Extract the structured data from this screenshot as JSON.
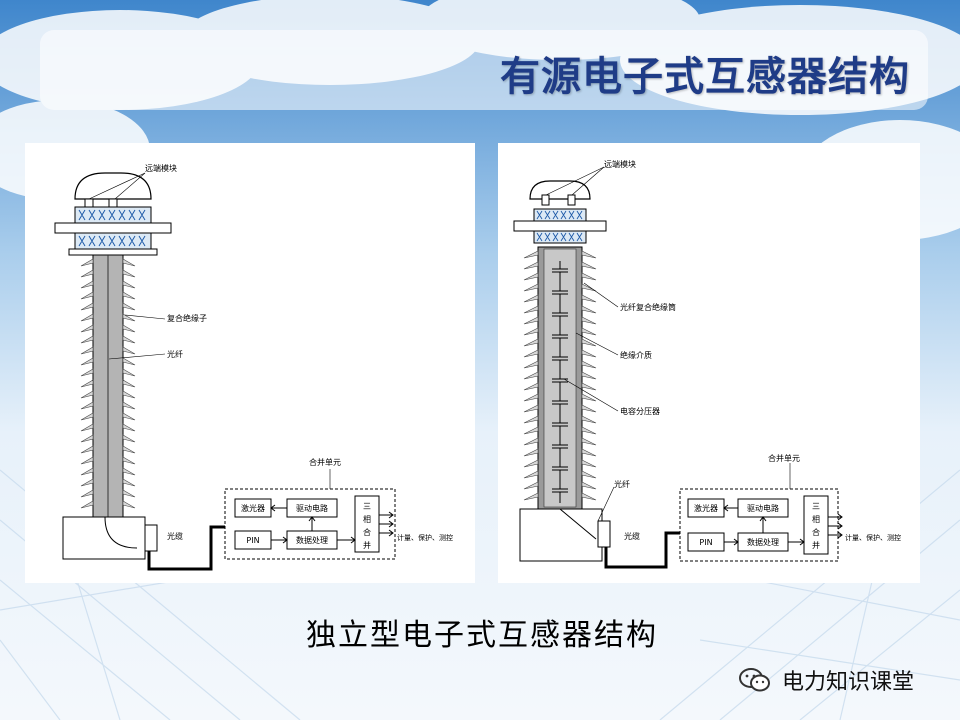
{
  "slide_title": "有源电子式互感器结构",
  "caption": "独立型电子式互感器结构",
  "watermark": "电力知识课堂",
  "left_diagram": {
    "remote_module": "远端模块",
    "composite_insulator": "复合绝缘子",
    "optical_fiber": "光纤",
    "optical_cable": "光缆",
    "merging_unit": "合并单元",
    "laser": "激光器",
    "drive_circuit": "驱动电路",
    "pin": "PIN",
    "data_processing": "数据处理",
    "three_phase_merge": [
      "三",
      "相",
      "合",
      "并"
    ],
    "output_label": "计量、保护、测控"
  },
  "right_diagram": {
    "remote_module": "远端模块",
    "fiber_composite_insulator": "光纤复合绝缘筒",
    "insulating_medium": "绝缘介质",
    "capacitive_divider": "电容分压器",
    "optical_fiber": "光纤",
    "optical_cable": "光缆",
    "merging_unit": "合并单元",
    "laser": "激光器",
    "drive_circuit": "驱动电路",
    "pin": "PIN",
    "data_processing": "数据处理",
    "three_phase_merge": [
      "三",
      "相",
      "合",
      "并"
    ],
    "output_label": "计量、保护、测控"
  },
  "colors": {
    "title": "#1f3c87",
    "sky_top": "#4a8fd0",
    "sky_bottom": "#eef5fb"
  }
}
